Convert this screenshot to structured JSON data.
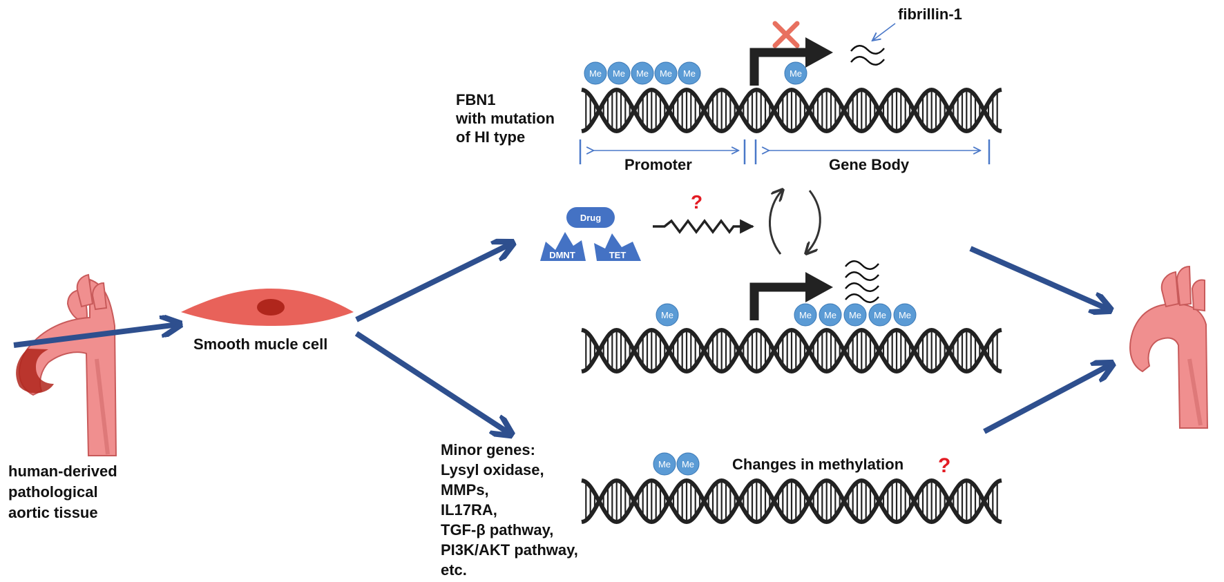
{
  "labels": {
    "tissue": [
      "human-derived",
      "pathological",
      "aortic tissue"
    ],
    "cell": "Smooth mucle cell",
    "fbn1": [
      "FBN1",
      "with mutation",
      "of HI type"
    ],
    "promoter": "Promoter",
    "gene_body": "Gene Body",
    "protein": "fibrillin-1",
    "drug": "Drug",
    "dmnt": "DMNT",
    "tet": "TET",
    "question": "?",
    "minor": [
      "Minor genes:",
      "Lysyl oxidase,",
      "MMPs,",
      "IL17RA,",
      "TGF-β pathway,",
      "PI3K/AKT pathway,",
      "etc."
    ],
    "changes": "Changes in methylation",
    "me": "Me"
  },
  "colors": {
    "arrow_blue": "#2e4f8e",
    "me_fill": "#5b9bd5",
    "enzyme_fill": "#4472c4",
    "cell_fill": "#e8625a",
    "nucleus_fill": "#b0261c",
    "aorta_fill": "#f08f8f",
    "question_red": "#e31b23",
    "cross_red": "#e8705f",
    "dna_black": "#222222"
  }
}
